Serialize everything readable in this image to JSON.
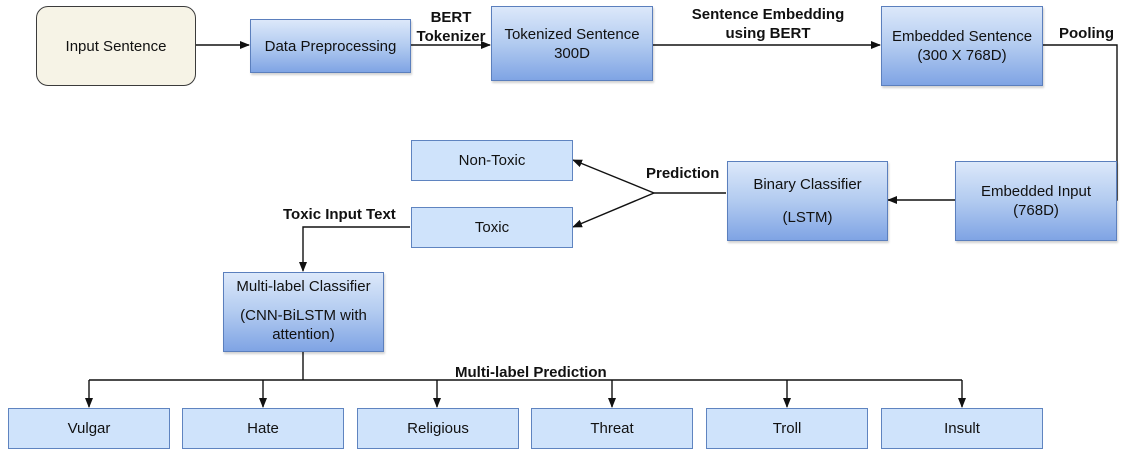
{
  "nodes": {
    "input_sentence": "Input Sentence",
    "data_preprocessing": "Data Preprocessing",
    "tokenized_sentence": [
      "Tokenized Sentence",
      "300D"
    ],
    "embedded_sentence": [
      "Embedded Sentence",
      "(300 X 768D)"
    ],
    "embedded_input": [
      "Embedded Input",
      "(768D)"
    ],
    "binary_classifier": [
      "Binary Classifier",
      "(LSTM)"
    ],
    "non_toxic": "Non-Toxic",
    "toxic": "Toxic",
    "multilabel_classifier": [
      "Multi-label Classifier",
      "(CNN-BiLSTM with",
      "attention)"
    ],
    "outputs": [
      "Vulgar",
      "Hate",
      "Religious",
      "Threat",
      "Troll",
      "Insult"
    ]
  },
  "edge_labels": {
    "bert_tokenizer": [
      "BERT",
      "Tokenizer"
    ],
    "sentence_embedding": [
      "Sentence Embedding",
      "using BERT"
    ],
    "pooling": "Pooling",
    "prediction": "Prediction",
    "toxic_input_text": "Toxic Input Text",
    "multilabel_prediction": "Multi-label Prediction"
  },
  "colors": {
    "box_gradient_top": "#dce8fa",
    "box_gradient_bottom": "#7fa4e4",
    "light_box": "#cfe3fb",
    "start_box": "#f6f3e6",
    "border": "#5b7fbd",
    "arrow": "#111111"
  }
}
